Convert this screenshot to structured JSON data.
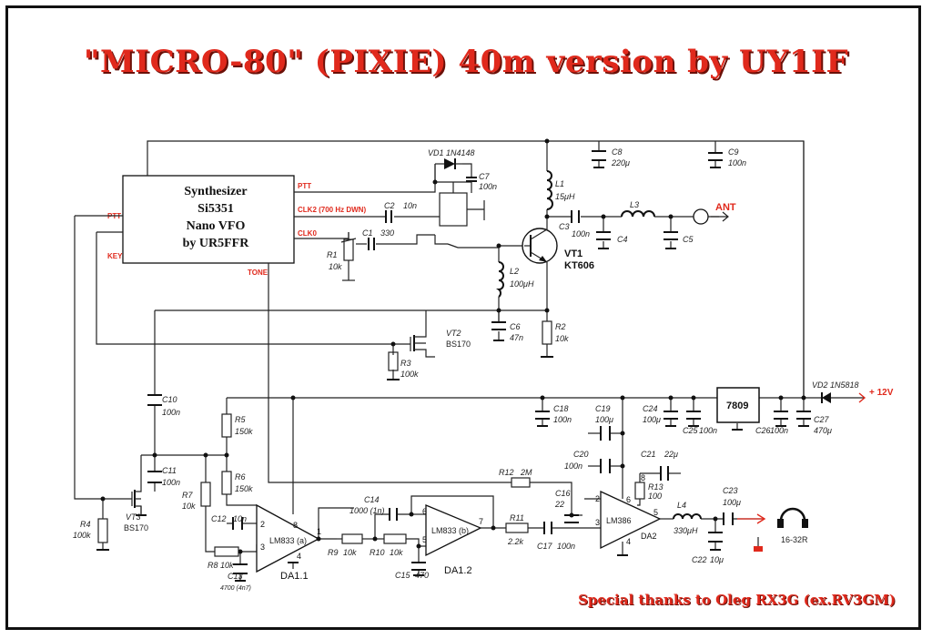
{
  "title": "\"MICRO-80\" (PIXIE) 40m version by UY1IF",
  "thanks": "Special thanks to Oleg RX3G (ex.RV3GM)",
  "synth": {
    "line1": "Synthesizer",
    "line2": "Si5351",
    "line3": "Nano VFO",
    "line4": "by UR5FFR",
    "ptt_out": "PTT",
    "clk2": "CLK2 (700 Hz DWN)",
    "clk0": "CLK0",
    "ptt_in": "PTT",
    "key": "KEY",
    "tone": "TONE"
  },
  "labels": {
    "vd1": "VD1 1N4148",
    "c7": "C7",
    "c7v": "100n",
    "c2": "C2",
    "c2v": "10n",
    "c1": "C1",
    "c1v": "330",
    "r1": "R1",
    "r1v": "10k",
    "l1": "L1",
    "l1v": "15μH",
    "c8": "C8",
    "c8v": "220μ",
    "c9": "C9",
    "c9v": "100n",
    "c3": "C3",
    "c3v": "100n",
    "l3": "L3",
    "c4": "C4",
    "c5": "C5",
    "ant": "ANT",
    "vt1": "VT1",
    "vt1v": "KT606",
    "l2": "L2",
    "l2v": "100μH",
    "c6": "C6",
    "c6v": "47n",
    "r2": "R2",
    "r2v": "10k",
    "vt2": "VT2",
    "vt2v": "BS170",
    "r3": "R3",
    "r3v": "100k",
    "c10": "C10",
    "c10v": "100n",
    "r5": "R5",
    "r5v": "150k",
    "c11": "C11",
    "c11v": "100n",
    "r6": "R6",
    "r6v": "150k",
    "r7": "R7",
    "r7v": "10k",
    "r4": "R4",
    "r4v": "100k",
    "vt3": "VT3",
    "vt3v": "BS170",
    "c12": "C12",
    "c12v": "10n",
    "r8": "R8",
    "r8v": "10k",
    "c13": "C13",
    "c13v": "4700 (4n7)",
    "da11": "DA1.1",
    "lm833a": "LM833 (a)",
    "r9": "R9",
    "r9v": "10k",
    "c14": "C14",
    "c14v": "1000 (1n)",
    "r10": "R10",
    "r10v": "10k",
    "c15": "C15",
    "c15v": "470",
    "da12": "DA1.2",
    "lm833b": "LM833 (b)",
    "r12": "R12",
    "r12v": "2M",
    "c16": "C16",
    "c16v": "22",
    "r11": "R11",
    "r11v": "2.2k",
    "c17": "C17",
    "c17v": "100n",
    "c18": "C18",
    "c18v": "100n",
    "c19": "C19",
    "c19v": "100μ",
    "c20": "C20",
    "c20v": "100n",
    "c21": "C21",
    "c21v": "22μ",
    "r13": "R13",
    "r13v": "100",
    "lm386": "LM386",
    "da2": "DA2",
    "l4": "L4",
    "l4v": "330μH",
    "c22": "C22",
    "c22v": "10μ",
    "c23": "C23",
    "c23v": "100μ",
    "c24": "C24",
    "c24v": "100μ",
    "c25": "C25",
    "c25v": "100n",
    "reg": "7809",
    "c26": "C26",
    "c26v": "100n",
    "c27": "C27",
    "c27v": "470μ",
    "vd2": "VD2 1N5818",
    "v12": "+ 12V",
    "phones": "16-32R",
    "p2": "2",
    "p3": "3",
    "p8": "8",
    "p4": "4",
    "p1": "1",
    "p6": "6",
    "p5": "5",
    "p7": "7",
    "q2": "2",
    "q3": "3",
    "q6": "6",
    "q4": "4",
    "q5": "5",
    "q8": "8"
  }
}
